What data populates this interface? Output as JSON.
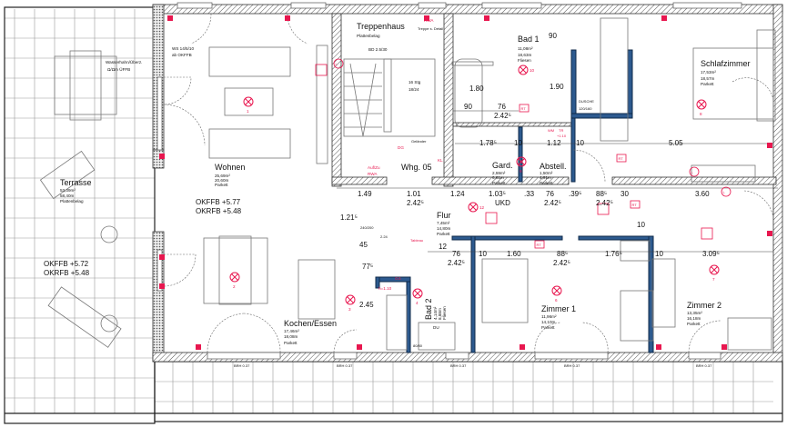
{
  "colors": {
    "wall_outline": "#333333",
    "installation_red": "#e8174f",
    "drywall_blue": "#2d5a8f",
    "grid": "#9a9a9a"
  },
  "rooms": {
    "treppenhaus": {
      "name": "Treppenhaus",
      "floor": "Plattenbelag",
      "note": "BD 2.5/30"
    },
    "stair": {
      "steps": "16 Stg",
      "ratio": "18/24",
      "railing": "Geländer"
    },
    "bad1": {
      "name": "Bad 1",
      "area": "11,08m²",
      "perimeter": "18,63m",
      "floor": "Fliesen"
    },
    "dusche": {
      "name": "DUSCHE",
      "size": "120/160"
    },
    "schlafzimmer": {
      "name": "Schlafzimmer",
      "area": "17,53m²",
      "perimeter": "18,57m",
      "floor": "Parkett"
    },
    "wohnen": {
      "name": "Wohnen",
      "area": "25,69m²",
      "perimeter": "20,60m",
      "floor": "Parkett"
    },
    "terrasse": {
      "name": "Terrasse",
      "area": "53,39m²",
      "perimeter": "58,40m",
      "floor": "Plattenbelag"
    },
    "whg": {
      "name": "Whg. 05"
    },
    "flur": {
      "name": "Flur",
      "area": "7,45m²",
      "perimeter": "14,80m",
      "floor": "Parkett"
    },
    "gard": {
      "name": "Gard.",
      "area": "2,59m²",
      "perimeter": "6,61m",
      "floor": "Parkett"
    },
    "abstell": {
      "name": "Abstell.",
      "area": "1,50m²",
      "perimeter": "4,91m",
      "floor": "Parkett"
    },
    "kochen": {
      "name": "Kochen/Essen",
      "area": "17,46m²",
      "perimeter": "18,08m",
      "floor": "Parkett"
    },
    "zimmer1": {
      "name": "Zimmer 1",
      "area": "11,96m²",
      "perimeter": "14,10m",
      "floor": "Parkett"
    },
    "zimmer2": {
      "name": "Zimmer 2",
      "area": "13,35m²",
      "perimeter": "16,18m",
      "floor": "Parkett"
    },
    "bad2": {
      "name": "Bad 2",
      "area": "4,14m²",
      "perimeter": "8,88m",
      "floor": "Fliesen"
    }
  },
  "levels": {
    "wohnen_okffb": "OKFFB +5.77",
    "wohnen_okrfb": "OKRFB +5.48",
    "terrasse_okffb": "OKFFB +5.72",
    "terrasse_okrfb": "OKRFB +5.48"
  },
  "notes": {
    "ws": "WS 14/5/10",
    "ws2": "ab OKFFB",
    "wasserhahn": "Wasserhahn/Überz.",
    "wasserhahn2": "Ω/Ωm ÜFFB",
    "rwa": "RWA",
    "treppe": "Treppe s. Detail",
    "aufzu": "Auf/Zu",
    "rwa2": "RWA",
    "dg": "DG",
    "kl": "KL",
    "ukd": "UKD",
    "wm": "WM",
    "tr": "TR",
    "tr_h": "+1.10",
    "gs": "GS",
    "gs_h": "h=1.10",
    "du": "DU",
    "du_size": "80/80",
    "tableau": "Tableau",
    "brh": "BRH 0.37",
    "window_top": "240/200",
    "wand": "2.24"
  },
  "dimensions": [
    "1.49",
    "1.01",
    "2.42⁵",
    "1.24",
    "1.03⁵",
    ".33",
    "76",
    "2.42⁵",
    ".39⁵",
    "88⁵",
    "2.42⁵",
    "30",
    "3.60",
    "5.05",
    "1.78⁵",
    "10",
    "1.12",
    "10",
    "90",
    "76",
    "2.42⁵",
    "1.80",
    "90",
    "1.90",
    "10",
    "1.60",
    "88⁵",
    "2.42⁵",
    "1.76⁵",
    "10",
    "3.09⁵",
    "76",
    "2.42⁵",
    "12",
    "2.45",
    "1.21⁵",
    "45",
    "77⁵",
    "10"
  ],
  "lights": [
    "1",
    "2",
    "3",
    "10",
    "8",
    "9",
    "12",
    "6",
    "7",
    "4"
  ],
  "symbol_labels": [
    "RT",
    "RT",
    "RT",
    "RT",
    "L",
    "L",
    "L"
  ]
}
